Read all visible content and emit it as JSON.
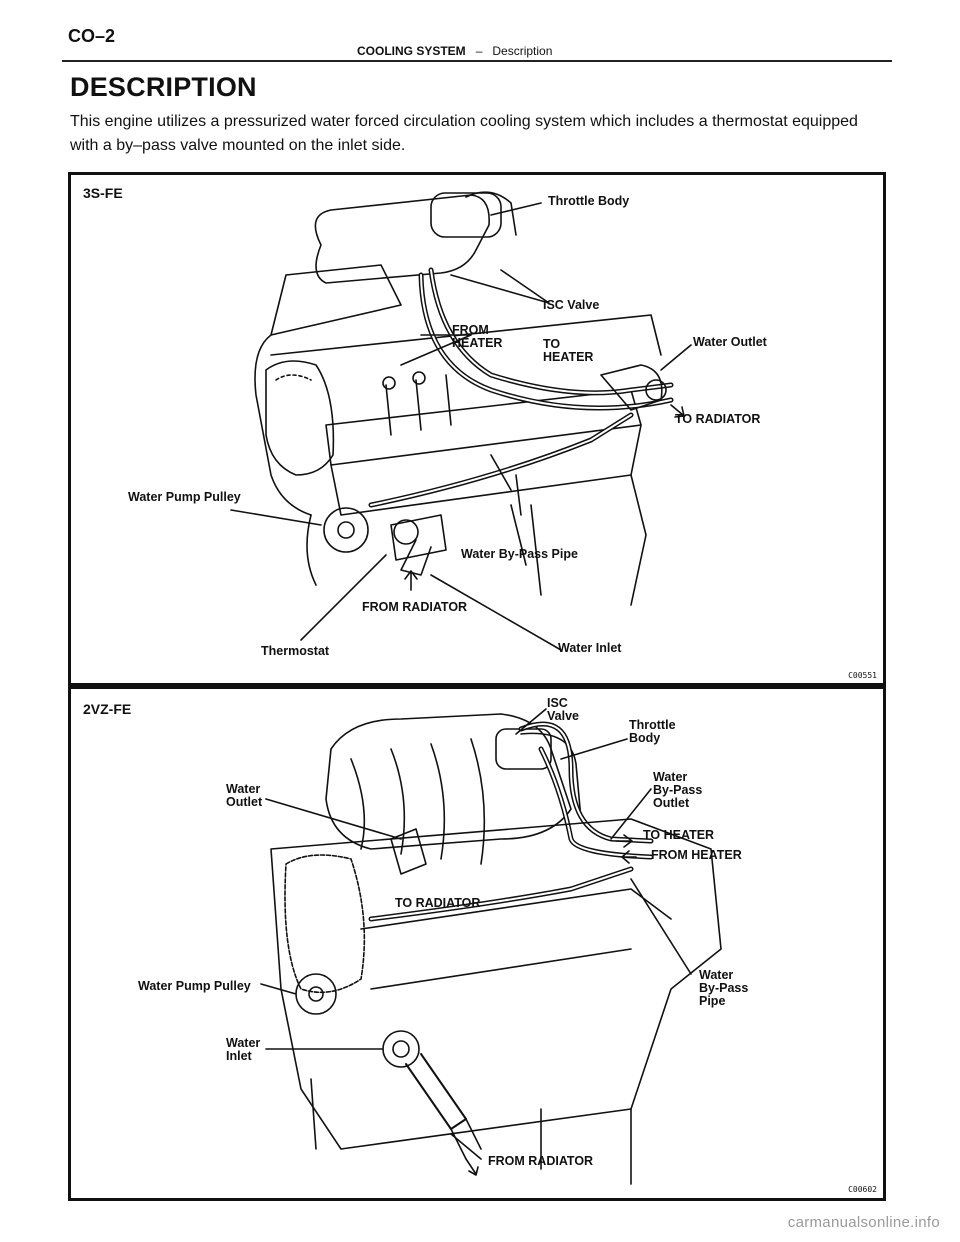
{
  "header": {
    "page_code": "CO–2",
    "system": "COOLING SYSTEM",
    "separator": "–",
    "section": "Description"
  },
  "title": "DESCRIPTION",
  "intro": "This engine utilizes a pressurized water forced circulation cooling system which includes a thermostat equipped with a by–pass valve mounted on the inlet side.",
  "figure_3sfe": {
    "model": "3S-FE",
    "code": "C00551",
    "labels": {
      "throttle_body": "Throttle Body",
      "isc_valve": "ISC Valve",
      "from_heater": "FROM\nHEATER",
      "to_heater": "TO\nHEATER",
      "water_outlet": "Water Outlet",
      "to_radiator": "TO RADIATOR",
      "water_pump_pulley": "Water Pump Pulley",
      "water_bypass_pipe": "Water By-Pass Pipe",
      "from_radiator": "FROM RADIATOR",
      "thermostat": "Thermostat",
      "water_inlet": "Water Inlet"
    }
  },
  "figure_2vzfe": {
    "model": "2VZ-FE",
    "code": "C00602",
    "labels": {
      "isc_valve": "ISC\nValve",
      "throttle_body": "Throttle\nBody",
      "water_outlet": "Water\nOutlet",
      "water_bypass_outlet": "Water\nBy-Pass\nOutlet",
      "to_heater": "TO HEATER",
      "from_heater": "FROM HEATER",
      "to_radiator": "TO RADIATOR",
      "water_pump_pulley": "Water Pump Pulley",
      "water_bypass_pipe": "Water\nBy-Pass\nPipe",
      "water_inlet": "Water\nInlet",
      "from_radiator": "FROM RADIATOR"
    }
  },
  "watermark": "carmanualsonline.info",
  "colors": {
    "ink": "#111111",
    "watermark": "#9a9a9a"
  }
}
